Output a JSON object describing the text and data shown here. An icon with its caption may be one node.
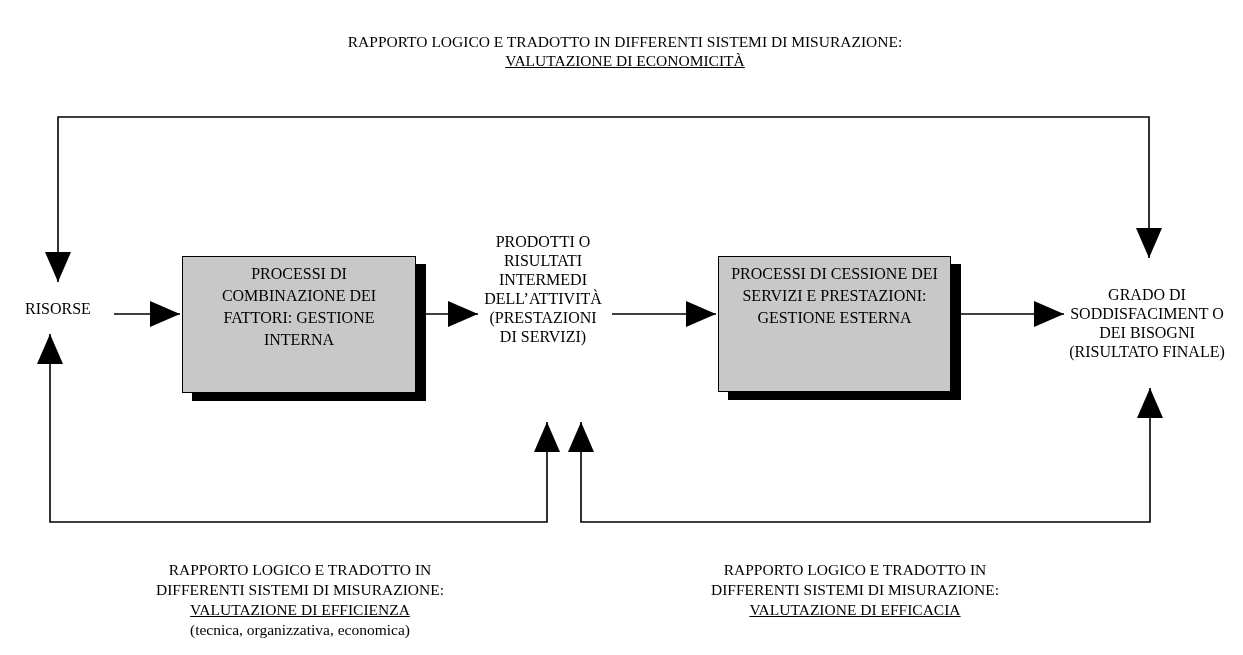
{
  "diagram": {
    "nodes": [
      {
        "text": [
          "RISORSE"
        ]
      },
      {
        "text": [
          "PROCESSI DI COMBINAZIONE DEI FATTORI: GESTIONE INTERNA"
        ]
      },
      {
        "text": [
          "PRODOTTI O RISULTATI INTERMEDI DELL’ATTIVITÀ (PRESTAZIONI DI SERVIZI)"
        ]
      },
      {
        "text": [
          "PROCESSI DI CESSIONE DEI SERVIZI E PRESTAZIONI: GESTIONE ESTERNA"
        ]
      },
      {
        "text": [
          "GRADO DI SODDISFACIMENT O DEI BISOGNI (RISULTATO FINALE)"
        ]
      }
    ],
    "edges": [
      {
        "from": 0,
        "to": 1,
        "arrow": "to"
      },
      {
        "from": 1,
        "to": 2,
        "arrow": "to"
      },
      {
        "from": 2,
        "to": 3,
        "arrow": "to"
      },
      {
        "from": 3,
        "to": 4,
        "arrow": "to"
      },
      {
        "from": 0,
        "to": 4,
        "arrow": "both"
      },
      {
        "from": 0,
        "to": 2,
        "arrow": "both"
      },
      {
        "from": 2,
        "to": 4,
        "arrow": "both"
      }
    ],
    "labels": [
      "RAPPORTO LOGICO E TRADOTTO IN DIFFERENTI SISTEMI DI MISURAZIONE:",
      "VALUTAZIONE DI ECONOMICITÀ",
      "RAPPORTO LOGICO E TRADOTTO IN DIFFERENTI SISTEMI DI MISURAZIONE:",
      "VALUTAZIONE DI EFFICIENZA",
      "(tecnica, organizzativa, economica)",
      "RAPPORTO LOGICO E TRADOTTO IN DIFFERENTI SISTEMI DI MISURAZIONE:",
      "VALUTAZIONE DI EFFICACIA"
    ]
  }
}
